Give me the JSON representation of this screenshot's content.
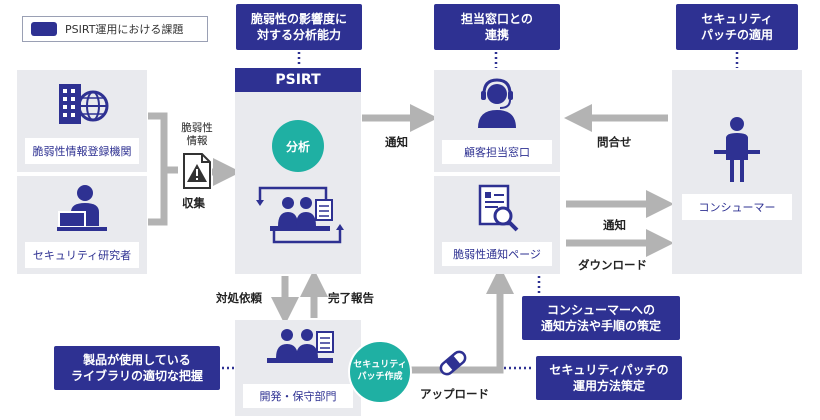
{
  "legend": {
    "label": "PSIRT運用における課題",
    "color": "#2e3192"
  },
  "colors": {
    "navy": "#2e3192",
    "teal": "#1fb0a3",
    "panel": "#e9eaee",
    "arrow": "#b3b3b3"
  },
  "top_callouts": {
    "impact": "脆弱性の影響度に\n対する分析能力",
    "contact": "担当窓口との\n連携",
    "patch": "セキュリティ\nパッチの適用"
  },
  "sources": {
    "registry": {
      "label": "脆弱性情報登録機関",
      "icon": "building-globe-icon"
    },
    "researcher": {
      "label": "セキュリティ研究者",
      "icon": "researcher-laptop-icon"
    }
  },
  "collect": {
    "doc_label": "脆弱性\n情報",
    "doc_icon": "warning-document-icon",
    "action": "収集"
  },
  "psirt": {
    "title": "PSIRT",
    "analysis": "分析",
    "icon": "team-meeting-icon"
  },
  "notify_left": "通知",
  "customer": {
    "label": "顧客担当窓口",
    "icon": "headset-operator-icon"
  },
  "inquiry": "問合せ",
  "consumer": {
    "label": "コンシューマー",
    "icon": "person-desk-icon"
  },
  "vuln_page": {
    "label": "脆弱性通知ページ",
    "icon": "document-search-icon"
  },
  "notify_right": "通知",
  "download": "ダウンロード",
  "handling_request": "対処依頼",
  "completion_report": "完了報告",
  "dev": {
    "label": "開発・保守部門",
    "icon": "dev-team-icon"
  },
  "patch_create": "セキュリティ\nパッチ作成",
  "upload": "アップロード",
  "patch_icon": "patch-bandage-icon",
  "bottom_callouts": {
    "library": "製品が使用している\nライブラリの適切な把握",
    "notify_policy": "コンシューマーへの\n通知方法や手順の策定",
    "patch_policy": "セキュリティパッチの\n運用方法策定"
  }
}
